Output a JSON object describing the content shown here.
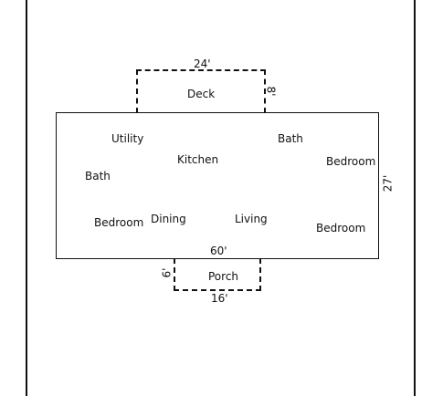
{
  "deck": {
    "label": "Deck",
    "width": "24'",
    "depth": "8'"
  },
  "porch": {
    "label": "Porch",
    "width": "16'",
    "depth": "6'"
  },
  "house": {
    "width": "60'",
    "depth": "27'"
  },
  "rooms": {
    "utility": "Utility",
    "kitchen": "Kitchen",
    "bath_right": "Bath",
    "bedroom_right_top": "Bedroom",
    "bath_left": "Bath",
    "bedroom_left": "Bedroom",
    "dining": "Dining",
    "living": "Living",
    "bedroom_right_bottom": "Bedroom"
  }
}
